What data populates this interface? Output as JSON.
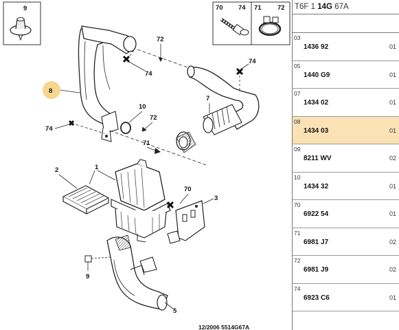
{
  "diagram": {
    "labels": {
      "n1": "1",
      "n2": "2",
      "n3": "3",
      "n5": "5",
      "n7": "7",
      "n8": "8",
      "n9_top": "9",
      "n9_bottom": "9",
      "n10": "10",
      "n70_a": "70",
      "n70_b": "70",
      "n71_a": "71",
      "n71_b": "71",
      "n72_a": "72",
      "n72_b": "72",
      "n72_c": "72",
      "n74_a": "74",
      "n74_b": "74",
      "n74_c": "74",
      "n74_d": "74"
    },
    "footer": "12/2006   5514G67A",
    "highlight_color": "#f7d58f"
  },
  "parts_list": {
    "header_prefix": "T6F 1",
    "header_bold": "14G",
    "header_suffix": "67A",
    "selected_color": "#fbe2b4",
    "rows": [
      {
        "ref": "03",
        "code": "1436 92",
        "qty": "01"
      },
      {
        "ref": "05",
        "code": "1440 G9",
        "qty": "01"
      },
      {
        "ref": "07",
        "code": "1434 02",
        "qty": "01"
      },
      {
        "ref": "08",
        "code": "1434 03",
        "qty": "01"
      },
      {
        "ref": "09",
        "code": "8211 WV",
        "qty": "02"
      },
      {
        "ref": "10",
        "code": "1434 32",
        "qty": "01"
      },
      {
        "ref": "70",
        "code": "6922 54",
        "qty": "01"
      },
      {
        "ref": "71",
        "code": "6981 J7",
        "qty": "02"
      },
      {
        "ref": "72",
        "code": "6981 J9",
        "qty": "02"
      },
      {
        "ref": "74",
        "code": "6923 C6",
        "qty": "01"
      }
    ]
  }
}
